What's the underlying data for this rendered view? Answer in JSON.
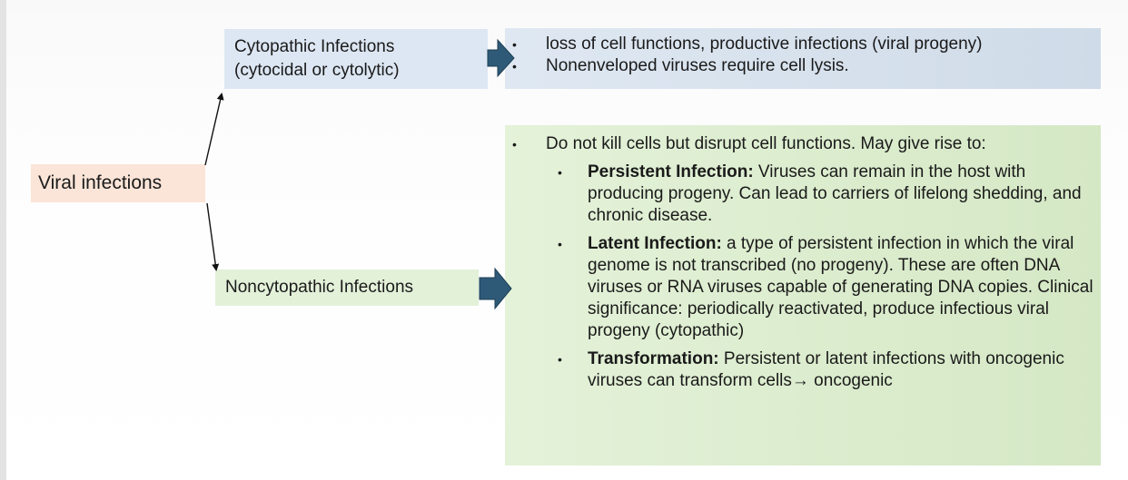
{
  "root": {
    "label": "Viral infections"
  },
  "branches": [
    {
      "title_lines": [
        "Cytopathic Infections",
        "(cytocidal or cytolytic)"
      ],
      "points": [
        "loss of cell functions, productive infections (viral progeny)",
        "Nonenveloped viruses require cell lysis."
      ]
    },
    {
      "title_lines": [
        "Noncytopathic Infections"
      ],
      "intro": "Do not kill cells but disrupt cell functions. May give rise to:",
      "subpoints": [
        {
          "term": "Persistent Infection:",
          "text": " Viruses can remain in the host with producing progeny. Can lead to carriers of lifelong shedding, and chronic disease."
        },
        {
          "term": "Latent Infection:",
          "text": " a type of persistent infection in which the viral genome is not transcribed (no progeny). These are often DNA viruses or RNA viruses capable of generating DNA copies. Clinical significance: periodically reactivated, produce infectious viral progeny (cytopathic)"
        },
        {
          "term": "Transformation:",
          "text": " Persistent or latent infections  with oncogenic viruses can transform cells→ oncogenic"
        }
      ]
    }
  ],
  "bullet_glyph": "•",
  "colors": {
    "root_fill": "#fbe5d8",
    "cytopathic_fill": "#dde7f3",
    "noncytopathic_fill": "#e3f1d9",
    "arrow_fill": "#2e5a78"
  }
}
